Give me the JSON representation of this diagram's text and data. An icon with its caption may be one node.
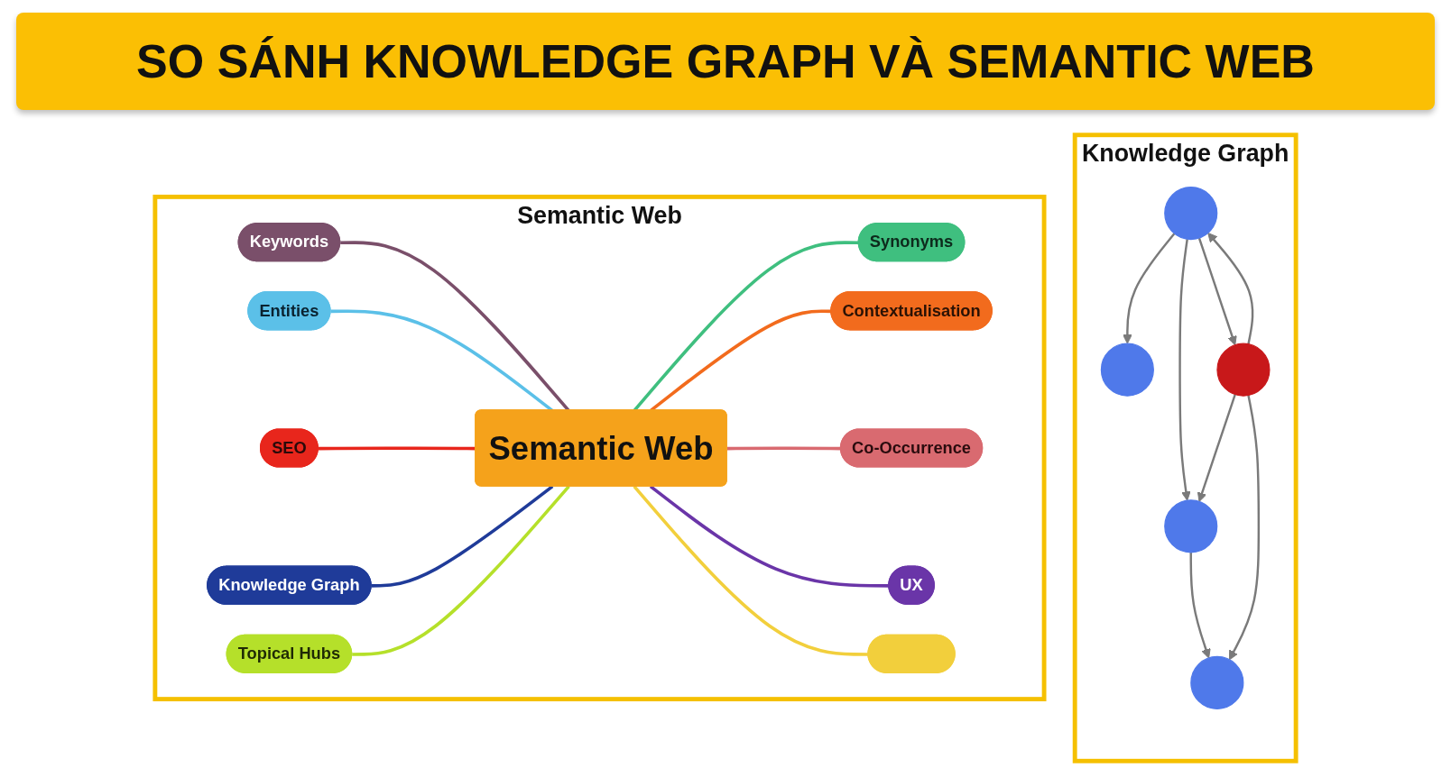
{
  "diagram": {
    "title": "SO SÁNH KNOWLEDGE GRAPH VÀ SEMANTIC WEB",
    "nodes": [
      {
        "text": [
          "Semantic Web"
        ]
      },
      {
        "text": [
          "SEO"
        ],
        "in": 0
      },
      {
        "text": [
          "Synonyms"
        ],
        "in": 0
      },
      {
        "text": [
          "Entities"
        ],
        "in": 0
      },
      {
        "text": [
          "Contextualisation"
        ],
        "in": 0
      },
      {
        "text": [
          "Keywords"
        ],
        "in": 0
      },
      {
        "text": [
          "Semantic Web"
        ],
        "in": 0
      },
      {
        "text": [
          "Co-Occurrence"
        ],
        "in": 0
      },
      {
        "text": [
          "Topical Hubs"
        ],
        "in": 0
      },
      {
        "text": [
          "Knowledge Graph"
        ],
        "in": 0
      },
      {
        "text": [
          "UX"
        ],
        "in": 0
      },
      {
        "text": [],
        "shape": "box",
        "in": 0
      },
      {
        "text": [
          "Knowledge Graph"
        ]
      },
      {
        "text": [],
        "shape": "circle",
        "in": 12
      },
      {
        "text": [],
        "shape": "circle",
        "in": 12
      },
      {
        "text": [],
        "shape": "circle",
        "in": 12
      },
      {
        "text": [],
        "shape": "circle",
        "in": 12
      },
      {
        "text": [],
        "shape": "circle",
        "in": 12
      }
    ],
    "edges": [
      {
        "from": 5,
        "to": 6,
        "arrow": "none",
        "color": "#7a4f6a"
      },
      {
        "from": 3,
        "to": 6,
        "arrow": "none",
        "color": "#5bc0e8"
      },
      {
        "from": 1,
        "to": 6,
        "arrow": "none",
        "color": "#e8261c"
      },
      {
        "from": 9,
        "to": 6,
        "arrow": "none",
        "color": "#1f3b99"
      },
      {
        "from": 8,
        "to": 6,
        "arrow": "none",
        "color": "#b5e02a"
      },
      {
        "from": 6,
        "to": 2,
        "arrow": "none",
        "color": "#3fbf7f"
      },
      {
        "from": 6,
        "to": 4,
        "arrow": "none",
        "color": "#f26b1d"
      },
      {
        "from": 6,
        "to": 7,
        "arrow": "none",
        "color": "#d96a70"
      },
      {
        "from": 6,
        "to": 10,
        "arrow": "none",
        "color": "#6a35a8"
      },
      {
        "from": 6,
        "to": 11,
        "arrow": "none",
        "color": "#f2cf3c"
      },
      {
        "from": 13,
        "to": 14,
        "arrow": "to"
      },
      {
        "from": 13,
        "to": 15,
        "arrow": "to"
      },
      {
        "from": 16,
        "to": 13,
        "arrow": "to"
      },
      {
        "from": 13,
        "to": 16,
        "arrow": "to"
      },
      {
        "from": 16,
        "to": 15,
        "arrow": "to"
      },
      {
        "from": 16,
        "to": 17,
        "arrow": "to"
      },
      {
        "from": 15,
        "to": 17,
        "arrow": "to"
      }
    ]
  }
}
